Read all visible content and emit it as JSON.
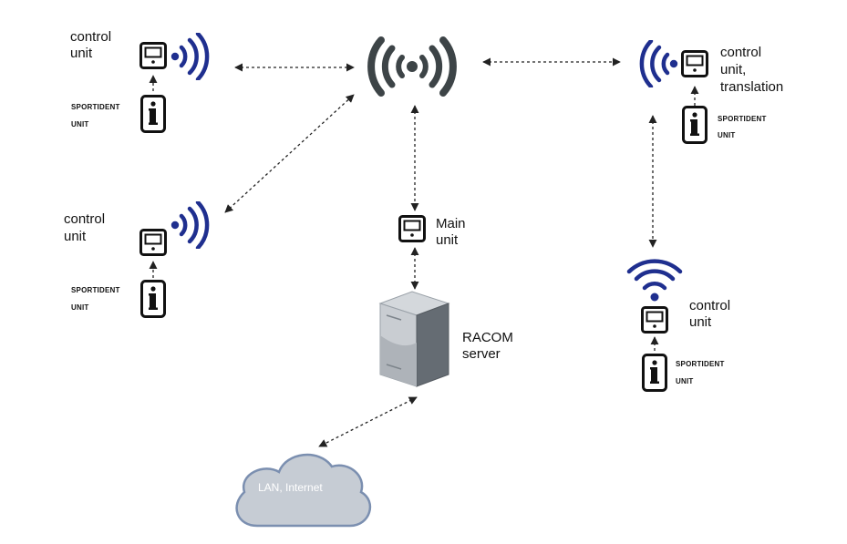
{
  "labels": {
    "cu1_line1": "control",
    "cu1_line2": "unit",
    "cu2_line1": "control",
    "cu2_line2": "unit",
    "cu3_line1": "control",
    "cu3_line2": "unit,",
    "cu3_line3": "translation",
    "cu4_line1": "control",
    "cu4_line2": "unit",
    "main_line1": "Main",
    "main_line2": "unit",
    "server_line1": "RACOM",
    "server_line2": "server",
    "cloud": "LAN, Internet",
    "sportident_line1": "SPORTIDENT",
    "sportident_line2": "UNIT"
  },
  "icons": {
    "device": "control-box-icon",
    "card": "info-card-icon",
    "radio": "radio-waves-icon",
    "tower": "broadcast-tower-icon",
    "server": "server-icon",
    "cloud": "cloud-icon"
  },
  "colors": {
    "radio_blue": "#1f2f8f",
    "tower_gray": "#3d4447",
    "cloud_fill": "#c6ccd4",
    "cloud_stroke": "#7b8fb0",
    "arrow": "#222222"
  }
}
